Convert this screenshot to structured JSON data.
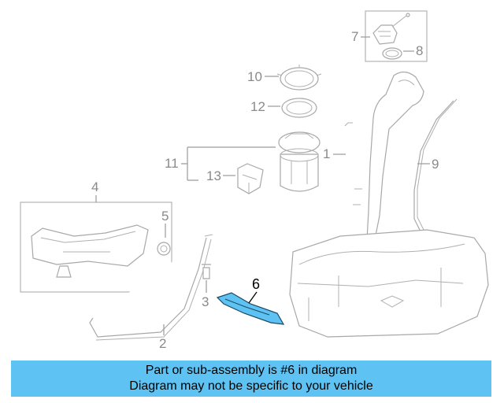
{
  "callouts": {
    "n1": "1",
    "n2": "2",
    "n3": "3",
    "n4": "4",
    "n5": "5",
    "n6": "6",
    "n7": "7",
    "n8": "8",
    "n9": "9",
    "n10": "10",
    "n11": "11",
    "n12": "12",
    "n13": "13"
  },
  "highlight_color": "#5ec2f2",
  "caption": {
    "line1": "Part or sub-assembly is #6 in diagram",
    "line2": "Diagram may not be specific to your vehicle"
  }
}
